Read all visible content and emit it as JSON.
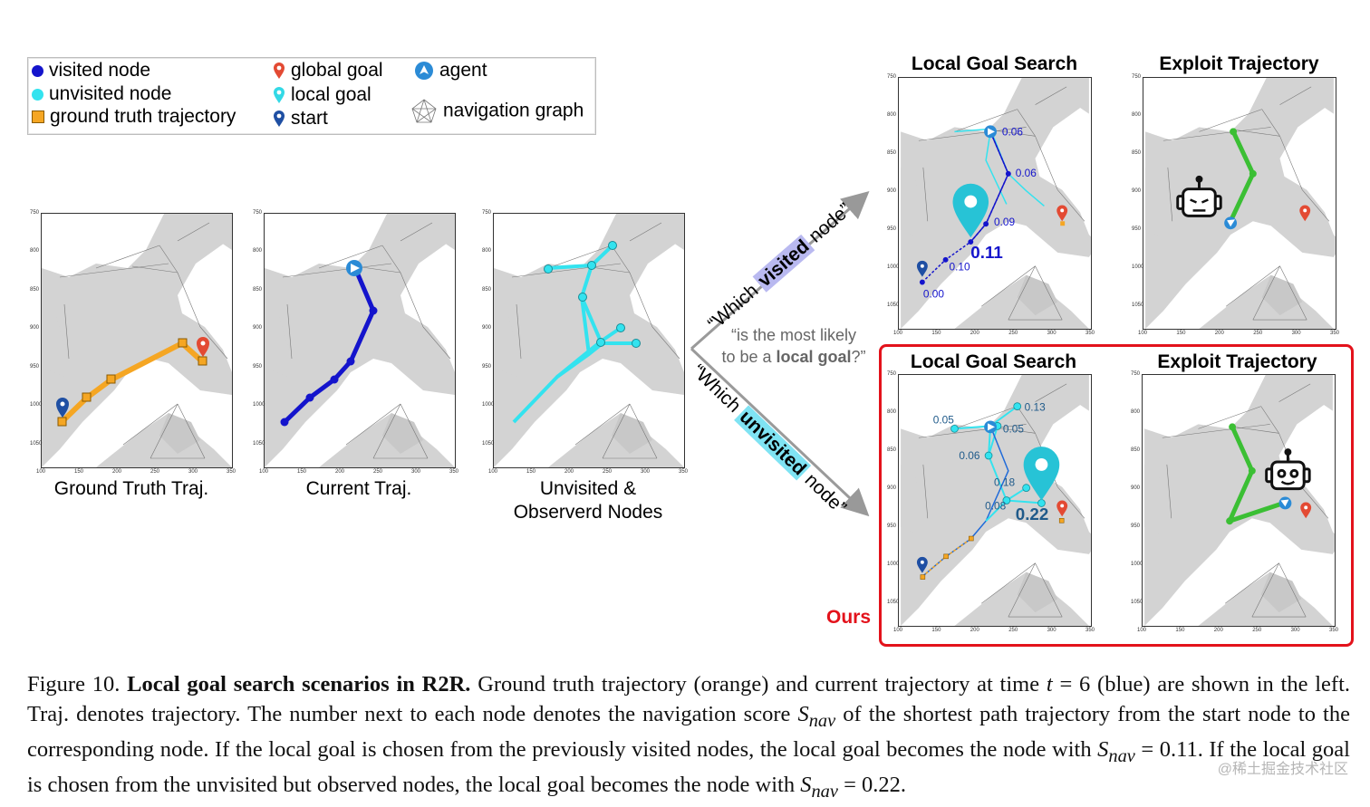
{
  "legend": {
    "visited_node": "visited node",
    "unvisited_node": "unvisited node",
    "ground_truth_trajectory": "ground truth trajectory",
    "global_goal": "global goal",
    "local_goal": "local goal",
    "start": "start",
    "agent": "agent",
    "navigation_graph": "navigation graph"
  },
  "colors": {
    "visited": "#1414cc",
    "unvisited": "#33d9e6",
    "ground_truth": "#f5a623",
    "global_goal": "#e34a33",
    "local_goal": "#27c3d6",
    "start": "#1f4fa3",
    "agent": "#2b8bd6",
    "exploit": "#3bbf34",
    "highlight_box": "#e3121b"
  },
  "axes": {
    "x_ticks": [
      "100",
      "150",
      "200",
      "250",
      "300",
      "350"
    ],
    "y_ticks": [
      "750",
      "800",
      "850",
      "900",
      "950",
      "1000",
      "1050"
    ]
  },
  "panels": {
    "ground_truth": {
      "caption": "Ground Truth Traj."
    },
    "current": {
      "caption": "Current Traj."
    },
    "unvisited": {
      "caption_line1": "Unvisited &",
      "caption_line2": "Observerd Nodes"
    }
  },
  "branch": {
    "top_prefix": "“Which ",
    "top_highlight": "visited",
    "top_suffix": " node”",
    "bottom_prefix": "“Which ",
    "bottom_highlight": "unvisited",
    "bottom_suffix": " node”",
    "question_line1": "“is the most likely",
    "question_pre": "to be a ",
    "question_bold": "local goal",
    "question_post": "?”"
  },
  "visited_search": {
    "title": "Local Goal Search",
    "exploit_title": "Exploit Trajectory",
    "scores": [
      "0.06",
      "0.06",
      "0.09",
      "0.11",
      "0.10",
      "0.00"
    ]
  },
  "unvisited_search": {
    "title": "Local Goal Search",
    "exploit_title": "Exploit Trajectory",
    "scores": [
      "0.13",
      "0.05",
      "0.05",
      "0.06",
      "0.18",
      "0.08",
      "0.22"
    ]
  },
  "ours_label": "Ours",
  "caption": {
    "figure_label": "Figure 10.",
    "bold_title": "Local goal search scenarios in R2R.",
    "text1": "Ground truth trajectory (orange) and current trajectory at time ",
    "t_var": "t",
    "text2": " = 6 (blue) are shown in the left. Traj. denotes trajectory. The number next to each node denotes the navigation score ",
    "snav": "S",
    "snav_sub": "nav",
    "text3": " of the shortest path trajectory from the start node to the corresponding node. If the local goal is chosen from the previously visited nodes, the local goal becomes the node with ",
    "text4": " = 0.11. If the local goal is chosen from the unvisited but observed nodes, the local goal becomes the node with ",
    "text5": " = 0.22."
  },
  "watermark": "@稀土掘金技术社区"
}
